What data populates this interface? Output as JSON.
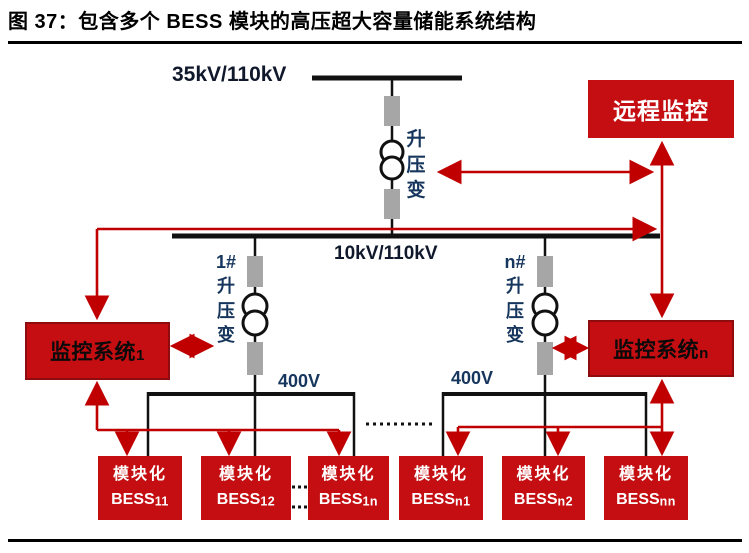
{
  "figure": {
    "title": "图 37：包含多个 BESS 模块的高压超大容量储能系统结构"
  },
  "labels": {
    "hv_bus": "35kV/110kV",
    "mv_bus": "10kV/110kV",
    "lv_left": "400V",
    "lv_right": "400V",
    "main_transformer": "升压变",
    "left_transformer": "1#升压变",
    "right_transformer": "n#升压变"
  },
  "nodes": {
    "remote_monitor": "远程监控",
    "monitor_left": {
      "name": "监控系统",
      "sub": "1"
    },
    "monitor_right": {
      "name": "监控系统",
      "sub": "n"
    }
  },
  "bess": [
    {
      "line1": "模块化",
      "base": "BESS",
      "sub": "11"
    },
    {
      "line1": "模块化",
      "base": "BESS",
      "sub": "12"
    },
    {
      "line1": "模块化",
      "base": "BESS",
      "sub": "1n"
    },
    {
      "line1": "模块化",
      "base": "BESS",
      "sub": "n1"
    },
    {
      "line1": "模块化",
      "base": "BESS",
      "sub": "n2"
    },
    {
      "line1": "模块化",
      "base": "BESS",
      "sub": "nn"
    }
  ],
  "colors": {
    "accent_red": "#C40E12",
    "line_red": "#C00000",
    "bus_black": "#111111",
    "breaker_gray": "#A6A6A6",
    "label_navy": "#17365D"
  }
}
